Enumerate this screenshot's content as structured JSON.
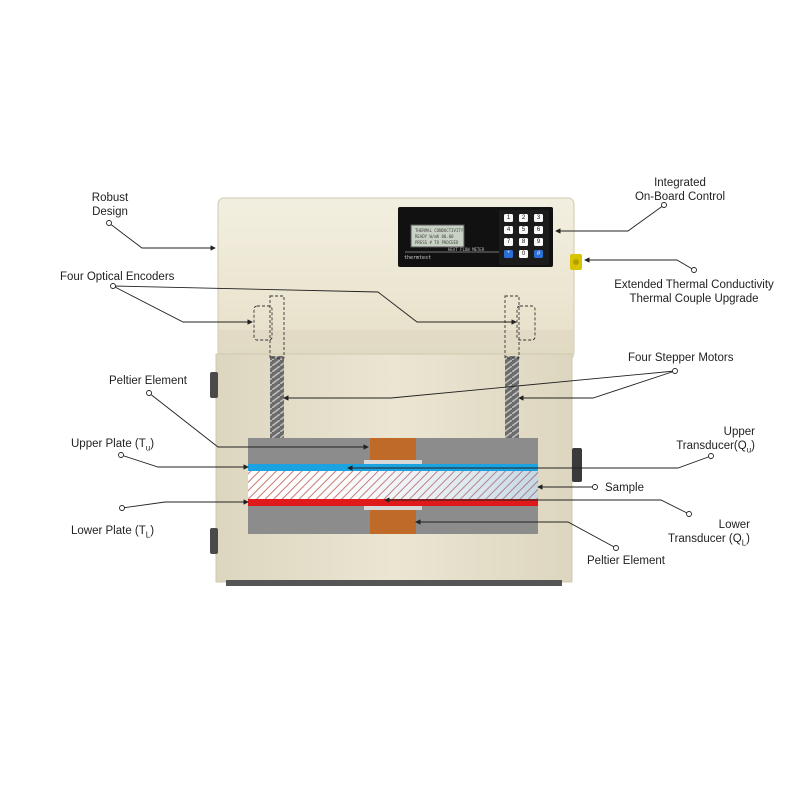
{
  "labels": {
    "robust_design_1": "Robust",
    "robust_design_2": "Design",
    "onboard_1": "Integrated",
    "onboard_2": "On-Board Control",
    "four_encoders": "Four Optical Encoders",
    "ext_tc_1": "Extended Thermal Conductivity",
    "ext_tc_2": "Thermal Couple Upgrade",
    "peltier_top": "Peltier Element",
    "stepper": "Four Stepper Motors",
    "upper_plate": "Upper Plate (T",
    "upper_plate_sub": "u",
    "upper_trans_1": "Upper",
    "upper_trans_2": "Transducer(Q",
    "upper_trans_sub": "u",
    "sample": "Sample",
    "lower_plate": "Lower Plate (T",
    "lower_plate_sub": "L",
    "lower_trans_1": "Lower",
    "lower_trans_2": "Transducer (Q",
    "lower_trans_sub": "L",
    "peltier_bottom": "Peltier Element",
    "close_paren": ")"
  },
  "device": {
    "screen_line1": "THERMAL CONDUCTIVITY",
    "screen_line2": "READY  W/mK  00.00",
    "screen_line3": "PRESS # TO PROCEED",
    "brand": "thermtest",
    "model": "HEAT FLOW METER",
    "keys": [
      "1",
      "2",
      "3",
      "4",
      "5",
      "6",
      "7",
      "8",
      "9",
      "*",
      "0",
      "#"
    ]
  },
  "colors": {
    "body": "#e9e3cf",
    "upper_plate": "#1aa3e0",
    "lower_plate": "#e01a1a",
    "copper": "#c06a2a",
    "housing": "#8c8c8c"
  }
}
